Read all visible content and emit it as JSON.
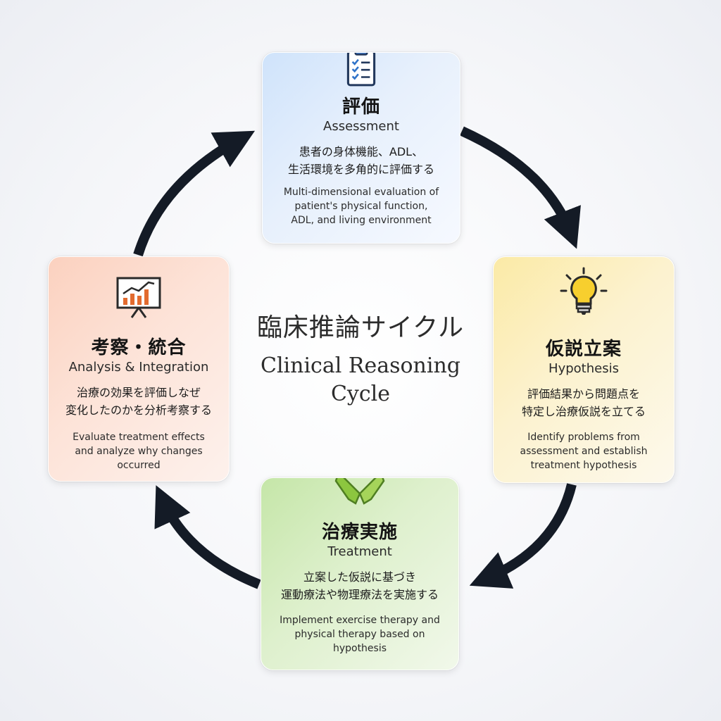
{
  "center": {
    "title_jp": "臨床推論サイクル",
    "title_en_line1": "Clinical Reasoning",
    "title_en_line2": "Cycle"
  },
  "steps": [
    {
      "icon": "clipboard-checklist-icon",
      "title_jp": "評価",
      "title_en": "Assessment",
      "desc_jp": [
        "患者の身体機能、ADL、",
        "生活環境を多角的に評価する"
      ],
      "desc_en": [
        "Multi-dimensional evaluation of",
        "patient's physical function,",
        "ADL, and living environment"
      ],
      "color": "#cfe3fb"
    },
    {
      "icon": "lightbulb-icon",
      "title_jp": "仮説立案",
      "title_en": "Hypothesis",
      "desc_jp": [
        "評価結果から問題点を",
        "特定し治療仮説を立てる"
      ],
      "desc_en": [
        "Identify problems from",
        "assessment and establish",
        "treatment hypothesis"
      ],
      "color": "#fbeaa6"
    },
    {
      "icon": "hands-icon",
      "title_jp": "治療実施",
      "title_en": "Treatment",
      "desc_jp": [
        "立案した仮説に基づき",
        "運動療法や物理療法を実施する"
      ],
      "desc_en": [
        "Implement exercise therapy and",
        "physical therapy based on",
        "hypothesis"
      ],
      "color": "#c5e6a8"
    },
    {
      "icon": "presentation-chart-icon",
      "title_jp": "考察・統合",
      "title_en": "Analysis & Integration",
      "desc_jp": [
        "治療の効果を評価しなぜ",
        "変化したのかを分析考察する"
      ],
      "desc_en": [
        "Evaluate treatment effects",
        "and analyze why changes",
        "occurred"
      ],
      "color": "#fbd1bf"
    }
  ],
  "arrow_color": "#141b26"
}
